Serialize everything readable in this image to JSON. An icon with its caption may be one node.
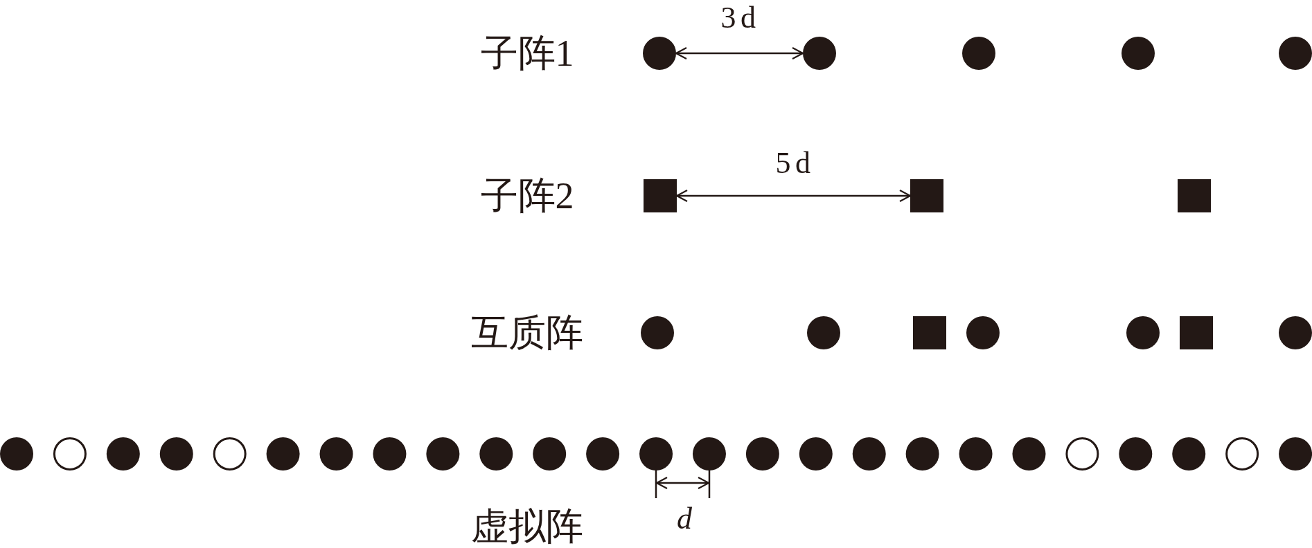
{
  "diagram": {
    "labels": [
      "子阵1",
      "3d",
      "子阵2",
      "5d",
      "互质阵",
      "虚拟阵",
      "d"
    ]
  }
}
